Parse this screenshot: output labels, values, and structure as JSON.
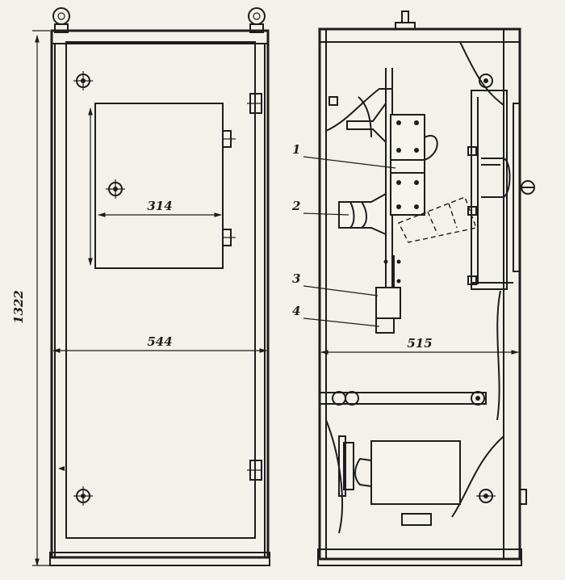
{
  "dimensions": {
    "height_total": "1322",
    "door_width": "544",
    "window_width": "314",
    "interior_width": "515"
  },
  "callouts": [
    "1",
    "2",
    "3",
    "4"
  ]
}
